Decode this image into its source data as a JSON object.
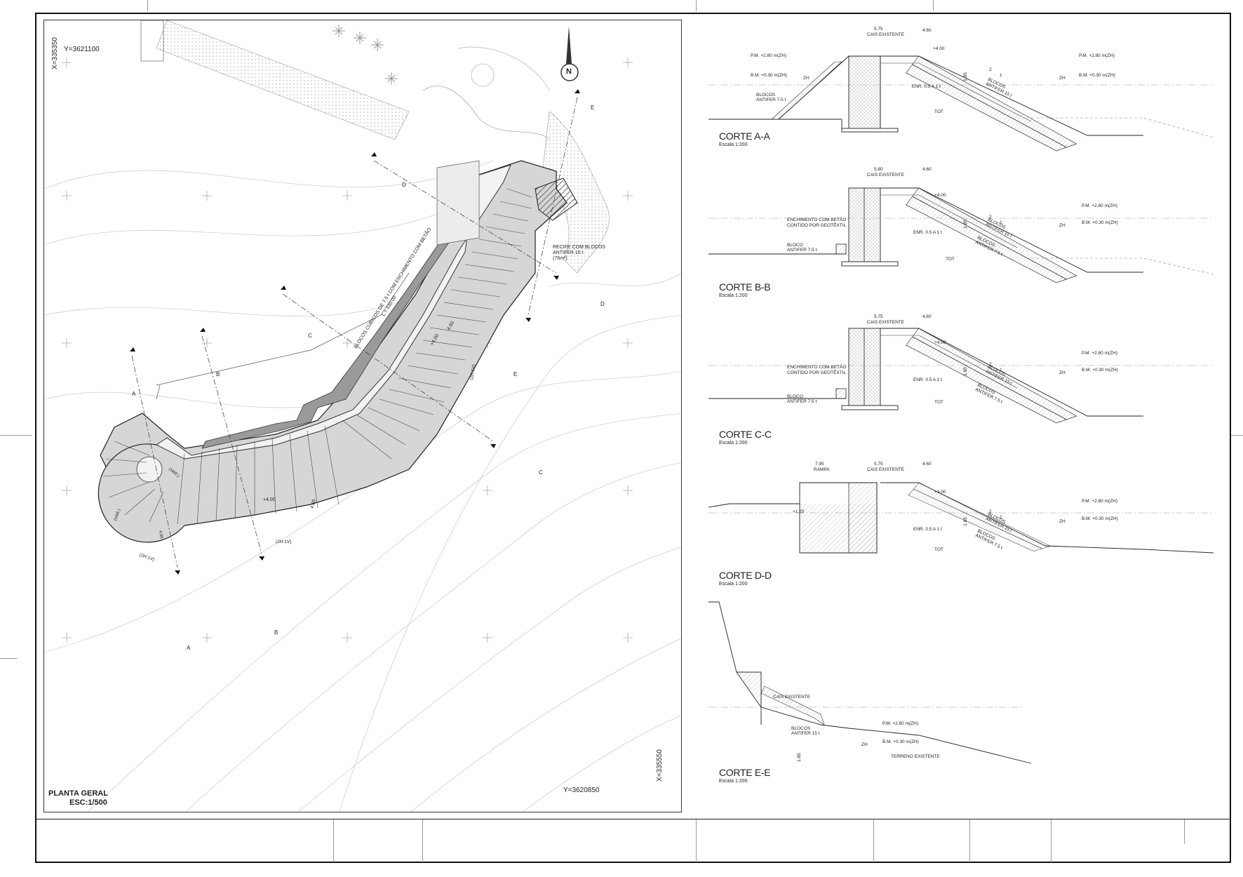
{
  "plan": {
    "title": "PLANTA GERAL",
    "scale": "ESC:1/500",
    "north": "N",
    "coord_top_y": "Y=3621100",
    "coord_top_x": "X=335350",
    "coord_bot_y": "Y=3620850",
    "coord_bot_x": "X=335550",
    "label_recife": "RECIFE COM BLOCOS",
    "label_recife2": "ANTIFER 15 t",
    "label_recife3": "(76m²)",
    "label_blocos": "BLOCOS CÚBICOS DE 7.5 t COM ENCHIMENTO COM BETÃO",
    "label_blocos2": "L = ±20.00",
    "elev_400": "+4.00",
    "elev_400b": "+4.00",
    "dim_460": "4.60",
    "dim_460b": "4.60",
    "slope_1": "(2H:1V)",
    "slope_2": "(2H:1V)",
    "slope_3": "(2H:1V)",
    "var_1": "(VAR.)",
    "var_2": "(VAR.)",
    "var_3": "4.00",
    "cut_a1": "A",
    "cut_a2": "A",
    "cut_b1": "B",
    "cut_b2": "B",
    "cut_c1": "C",
    "cut_c2": "C",
    "cut_d1": "D",
    "cut_d2": "D",
    "cut_e1": "E",
    "cut_e2": "E"
  },
  "sections": [
    {
      "title": "CORTE A-A",
      "scale": "Escala 1:200",
      "dim1": "5.75",
      "dim1_lbl": "CAIS EXISTENTE",
      "dim2": "4.60",
      "elev": "+4.00",
      "pm": "P.M. +2.80 m(ZH)",
      "bm": "B.M. +0.30 m(ZH)",
      "zh": "ZH",
      "zh2": "ZH",
      "blocos15": "BLOCOS",
      "blocos15b": "ANTIFER 15 t",
      "blocos75": "BLOCOS",
      "blocos75b": "ANTIFER 7.5 t",
      "enr": "ENR. 0.5 A 1 t",
      "tot": "TOT",
      "h185": "1.85",
      "ratio2": "2",
      "ratio1": "1"
    },
    {
      "title": "CORTE B-B",
      "scale": "Escala 1:200",
      "dim1": "5.80",
      "dim1_lbl": "CAIS EXISTENTE",
      "dim2": "4.60",
      "elev": "+4.00",
      "pm": "P.M. +2.80 m(ZH)",
      "bm": "B.M. +0.30 m(ZH)",
      "zh": "ZH",
      "ench": "ENCHIMENTO COM BETÃO",
      "ench2": "CONTIDO POR GEOTÊXTIL",
      "bloco": "BLOCO",
      "bloco2": "ANTIFER 7.5 t",
      "blocos15": "BLOCOS",
      "blocos15b": "ANTIFER 15 t",
      "blocos75": "BLOCOS",
      "blocos75b": "ANTIFER 7.5 t",
      "enr": "ENR. 0.5 A 1 t",
      "tot": "TOT",
      "h185": "1.85",
      "ratio2": "2",
      "ratio1": "1"
    },
    {
      "title": "CORTE C-C",
      "scale": "Escala 1:200",
      "dim1": "5.75",
      "dim1_lbl": "CAIS EXISTENTE",
      "dim2": "4.60",
      "elev": "+4.00",
      "pm": "P.M. +2.80 m(ZH)",
      "bm": "B.M. +0.30 m(ZH)",
      "zh": "ZH",
      "ench": "ENCHIMENTO COM BETÃO",
      "ench2": "CONTIDO POR GEOTÊXTIL",
      "bloco": "BLOCO",
      "bloco2": "ANTIFER 7.5 t",
      "blocos15": "BLOCOS",
      "blocos15b": "ANTIFER 15 t",
      "blocos75": "BLOCOS",
      "blocos75b": "ANTIFER 7.5 t",
      "enr": "ENR. 0.5 A 1 t",
      "tot": "TOT",
      "h185": "1.85",
      "ratio2": "2",
      "ratio1": "1"
    },
    {
      "title": "CORTE D-D",
      "scale": "Escala 1:200",
      "dim0": "7.95",
      "dim0_lbl": "RAMPA",
      "dim1": "5.75",
      "dim1_lbl": "CAIS EXISTENTE",
      "dim2": "4.60",
      "elev": "+4.00",
      "elev2": "+1.25",
      "pm": "P.M. +2.80 m(ZH)",
      "bm": "B.M. +0.30 m(ZH)",
      "zh": "ZH",
      "blocos15": "BLOCOS",
      "blocos15b": "ANTIFER 15 t",
      "blocos75": "BLOCOS",
      "blocos75b": "ANTIFER 7.5 t",
      "enr": "ENR. 0.5 A 1 t",
      "tot": "TOT",
      "h185": "1.85",
      "ratio2": "2",
      "ratio1": "1"
    },
    {
      "title": "CORTE E-E",
      "scale": "Escala 1:200",
      "cais": "CAIS EXISTENTE",
      "pm": "P.M. +2.80 m(ZH)",
      "bm": "B.M. +0.30 m(ZH)",
      "zh": "ZH",
      "blocos15": "BLOCOS",
      "blocos15b": "ANTIFER 15 t",
      "terreno": "TERRENO EXISTENTE",
      "h185": "1.85"
    }
  ],
  "colors": {
    "line": "#222222",
    "fill": "#d9d9d9",
    "grid": "#bbbbbb"
  }
}
